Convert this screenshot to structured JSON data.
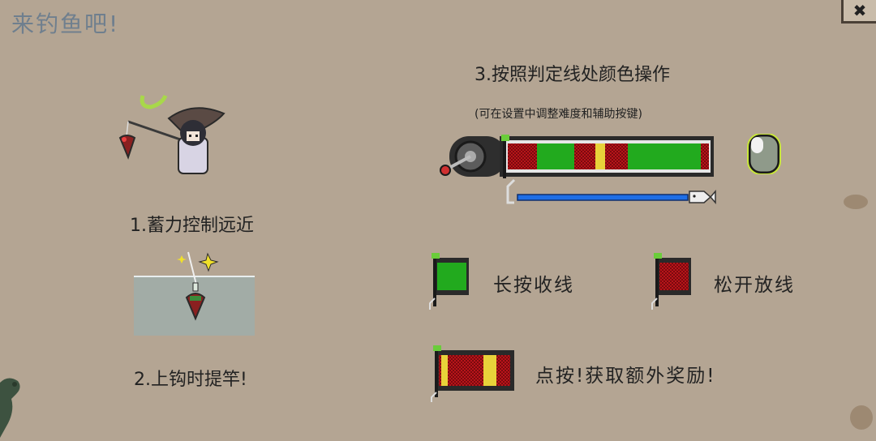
{
  "title": "来钓鱼吧!",
  "close_label": "✖",
  "steps": {
    "step1": "1.蓄力控制远近",
    "step2": "2.上钩时提竿!",
    "step3": "3.按照判定线处颜色操作",
    "step3_note": "(可在设置中调整难度和辅助按键)"
  },
  "legend": {
    "green": "长按收线",
    "red": "松开放线",
    "yellow": "点按!获取额外奖励!"
  },
  "colors": {
    "background": "#b4a593",
    "green": "#22aa1e",
    "red": "#b8141a",
    "yellow": "#e8d23a",
    "blue": "#1e6ee6"
  },
  "icons": {
    "mouse": "mouse-icon",
    "reel": "fishing-reel-icon",
    "fish": "fish-icon",
    "hook": "hook-icon"
  }
}
